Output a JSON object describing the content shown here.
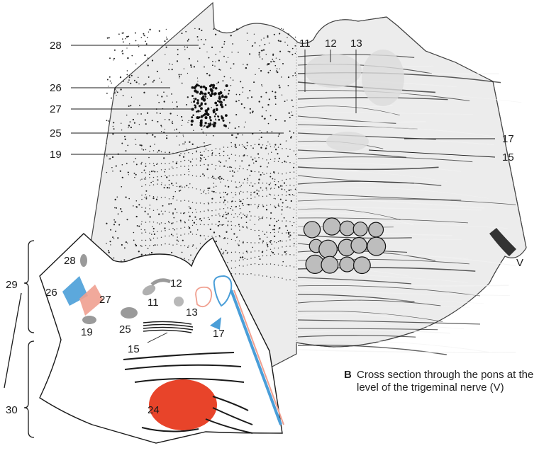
{
  "figure": {
    "panel_letter": "B",
    "caption": "Cross section through the pons at the level of the trigeminal nerve (V)",
    "colors": {
      "section_fill": "#ececec",
      "stippling": "#111111",
      "motor_nucleus_red": "#e8442a",
      "sensory_blue": "#4a9ed8",
      "salmon": "#f0a090",
      "gray_nucleus": "#9a9a9a"
    }
  },
  "labels": {
    "l28": "28",
    "l26": "26",
    "l27": "27",
    "l25": "25",
    "l19": "19",
    "l11": "11",
    "l12": "12",
    "l13": "13",
    "l17": "17",
    "l15": "15",
    "lV": "V"
  },
  "schema_labels": {
    "s28": "28",
    "s29": "29",
    "s26": "26",
    "s27": "27",
    "s12": "12",
    "s11": "11",
    "s13": "13",
    "s25": "25",
    "s19": "19",
    "s17": "17",
    "s15": "15",
    "s30": "30",
    "s24": "24"
  }
}
